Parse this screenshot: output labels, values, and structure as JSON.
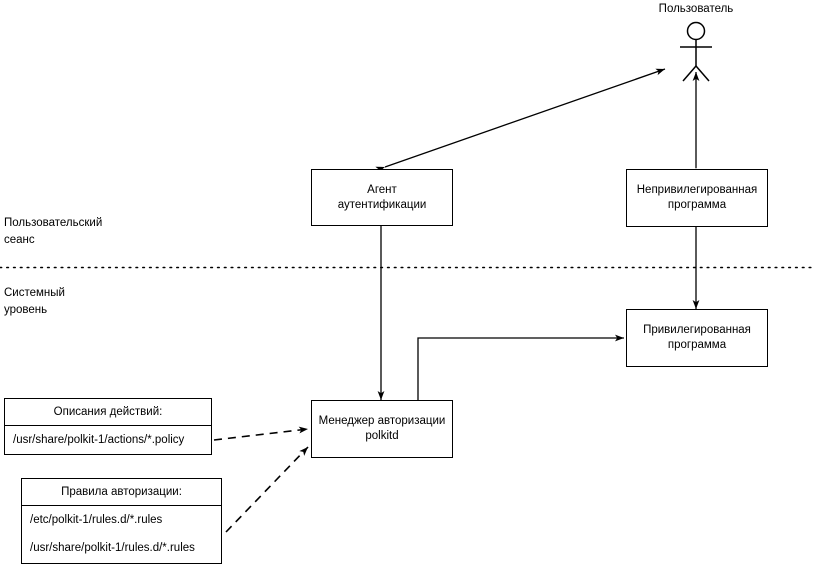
{
  "diagram": {
    "actor": {
      "label": "Пользователь",
      "icon": "stick-figure-actor-icon"
    },
    "zones": [
      {
        "id": "user-session",
        "label": "Пользовательский\nсеанс"
      },
      {
        "id": "system-level",
        "label": "Системный\nуровень"
      }
    ],
    "separator": {
      "style": "dotted",
      "color": "#000000"
    },
    "nodes": [
      {
        "id": "auth-agent",
        "label": "Агент\nаутентификации"
      },
      {
        "id": "unprivileged-program",
        "label": "Непривилегированная\nпрограмма"
      },
      {
        "id": "privileged-program",
        "label": "Привилегированная\nпрограмма"
      },
      {
        "id": "authorization-manager",
        "label": "Менеджер авторизации\npolkitd"
      }
    ],
    "file_boxes": [
      {
        "id": "action-descriptions",
        "title": "Описания действий:",
        "rows": [
          "/usr/share/polkit-1/actions/*.policy"
        ]
      },
      {
        "id": "authorization-rules",
        "title": "Правила авторизации:",
        "rows": [
          "/etc/polkit-1/rules.d/*.rules",
          "/usr/share/polkit-1/rules.d/*.rules"
        ]
      }
    ],
    "connectors": [
      {
        "id": "agent-to-actor",
        "style": "solid",
        "arrows": "both"
      },
      {
        "id": "unprivileged-to-actor",
        "style": "solid",
        "arrows": "both"
      },
      {
        "id": "agent-to-manager",
        "style": "solid",
        "arrows": "both"
      },
      {
        "id": "unprivileged-to-privileged",
        "style": "solid",
        "arrows": "both"
      },
      {
        "id": "manager-to-privileged",
        "style": "solid",
        "arrows": "both"
      },
      {
        "id": "actions-to-manager",
        "style": "dashed",
        "arrows": "end"
      },
      {
        "id": "rules-to-manager",
        "style": "dashed",
        "arrows": "end"
      }
    ],
    "colors": {
      "stroke": "#000000",
      "fill": "#ffffff",
      "text": "#000000"
    }
  }
}
